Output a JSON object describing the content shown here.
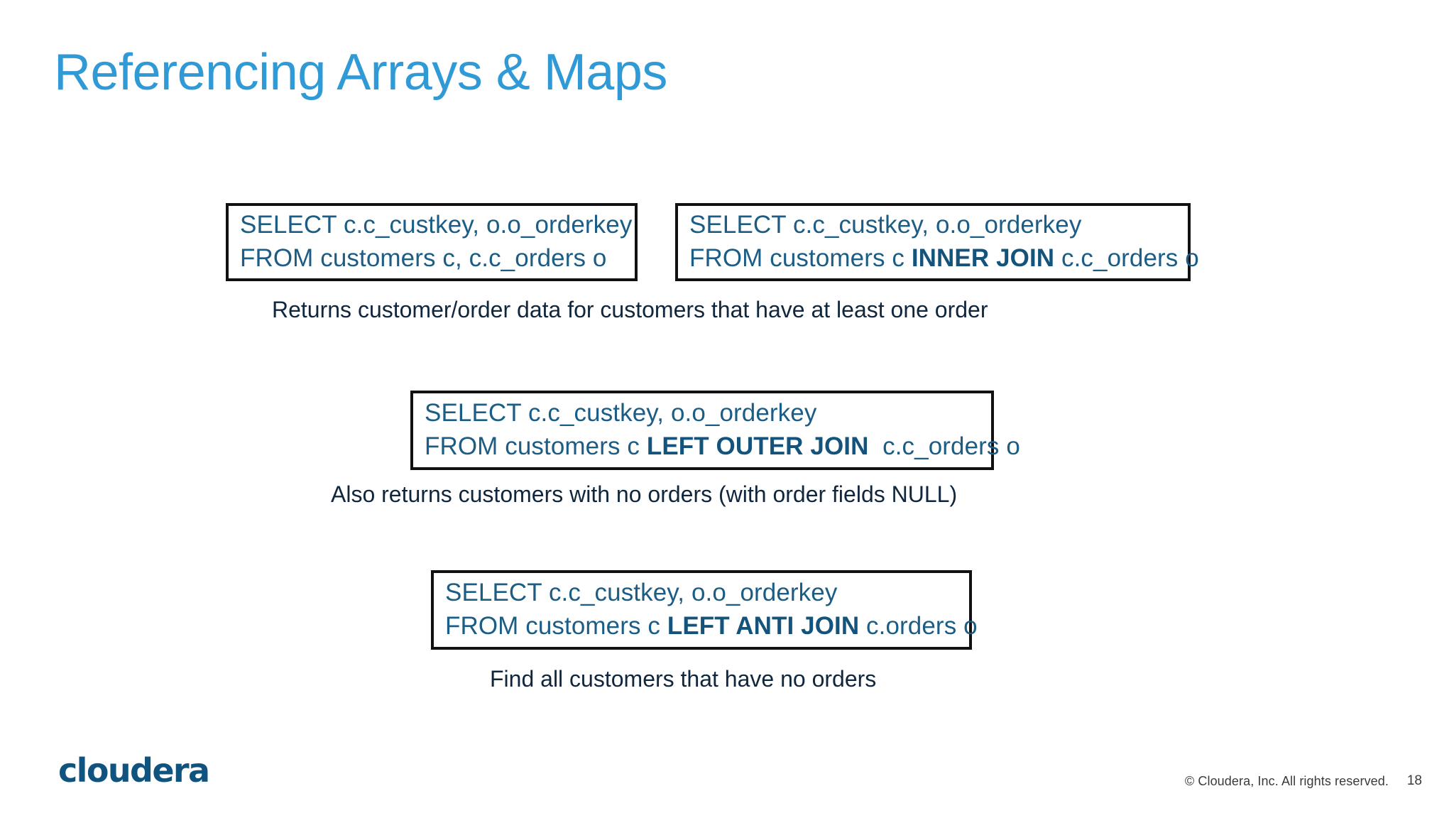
{
  "slide": {
    "title": "Referencing Arrays & Maps",
    "title_color": "#2f9ad5",
    "background_color": "#ffffff",
    "code_text_color": "#1c5d85",
    "caption_text_color": "#10263c",
    "border_color": "#111113"
  },
  "code_blocks": [
    {
      "id": "implicit-join",
      "line1": "SELECT c.c_custkey, o.o_orderkey",
      "line2_prefix": "FROM customers c, c.c_orders o",
      "line2_keyword": "",
      "line2_suffix": ""
    },
    {
      "id": "inner-join",
      "line1": "SELECT c.c_custkey, o.o_orderkey",
      "line2_prefix": "FROM customers c ",
      "line2_keyword": "INNER JOIN",
      "line2_suffix": " c.c_orders o"
    },
    {
      "id": "left-outer-join",
      "line1": "SELECT c.c_custkey, o.o_orderkey",
      "line2_prefix": "FROM customers c ",
      "line2_keyword": "LEFT OUTER JOIN",
      "line2_suffix": "  c.c_orders o"
    },
    {
      "id": "left-anti-join",
      "line1": "SELECT c.c_custkey, o.o_orderkey",
      "line2_prefix": "FROM customers c ",
      "line2_keyword": "LEFT ANTI JOIN",
      "line2_suffix": " c.orders o"
    }
  ],
  "captions": {
    "inner": "Returns customer/order data for customers that have at least one order",
    "outer": "Also returns customers with no orders (with order fields NULL)",
    "anti": "Find all customers that have no orders"
  },
  "footer": {
    "logo_text": "cloudera",
    "copyright": "© Cloudera, Inc. All rights reserved.",
    "page_number": "18"
  }
}
